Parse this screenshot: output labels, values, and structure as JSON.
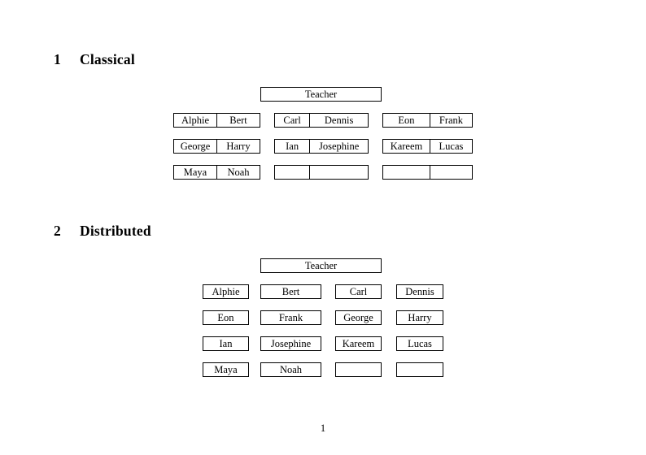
{
  "document": {
    "page_number": "1",
    "sections": [
      {
        "number": "1",
        "title": "Classical",
        "teacher_label": "Teacher",
        "layout": "paired",
        "groups": [
          {
            "rows": [
              {
                "left": "Alphie",
                "right": "Bert"
              },
              {
                "left": "George",
                "right": "Harry"
              },
              {
                "left": "Maya",
                "right": "Noah"
              }
            ]
          },
          {
            "rows": [
              {
                "left": "Carl",
                "right": "Dennis"
              },
              {
                "left": "Ian",
                "right": "Josephine"
              },
              {
                "left": "",
                "right": ""
              }
            ]
          },
          {
            "rows": [
              {
                "left": "Eon",
                "right": "Frank"
              },
              {
                "left": "Kareem",
                "right": "Lucas"
              },
              {
                "left": "",
                "right": ""
              }
            ]
          }
        ]
      },
      {
        "number": "2",
        "title": "Distributed",
        "teacher_label": "Teacher",
        "layout": "grid",
        "grid_rows": [
          [
            "Alphie",
            "Bert",
            "Carl",
            "Dennis"
          ],
          [
            "Eon",
            "Frank",
            "George",
            "Harry"
          ],
          [
            "Ian",
            "Josephine",
            "Kareem",
            "Lucas"
          ],
          [
            "Maya",
            "Noah",
            "",
            ""
          ]
        ]
      }
    ]
  }
}
